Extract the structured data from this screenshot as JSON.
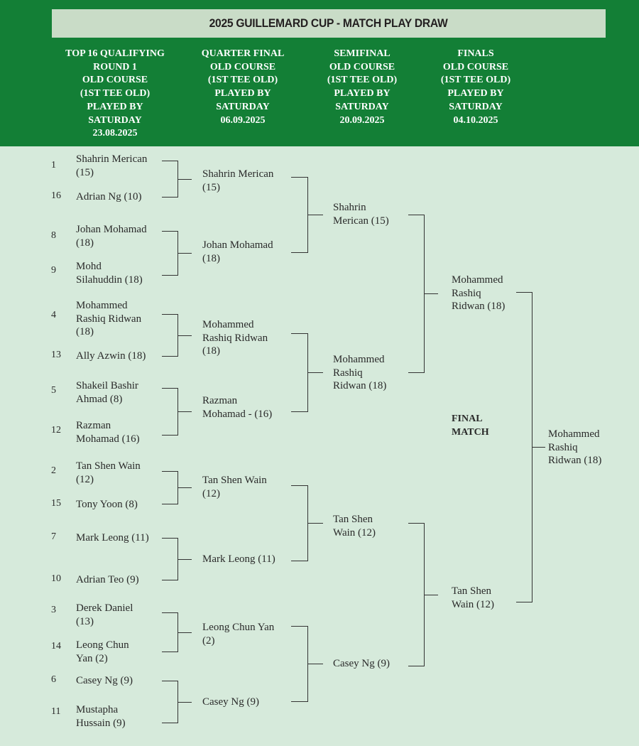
{
  "title": "2025 GUILLEMARD CUP - MATCH PLAY DRAW",
  "columns": [
    {
      "lines": [
        "TOP 16 QUALIFYING",
        "ROUND 1",
        "OLD COURSE",
        "(1ST TEE OLD)",
        "PLAYED BY",
        "SATURDAY",
        "23.08.2025"
      ]
    },
    {
      "lines": [
        "QUARTER FINAL",
        "OLD COURSE",
        "(1ST TEE OLD)",
        "PLAYED BY",
        "SATURDAY",
        "06.09.2025"
      ]
    },
    {
      "lines": [
        "SEMIFINAL",
        "OLD COURSE",
        "(1ST TEE OLD)",
        "PLAYED BY",
        "SATURDAY",
        "20.09.2025"
      ]
    },
    {
      "lines": [
        "FINALS",
        "OLD COURSE",
        "(1ST TEE OLD)",
        "PLAYED BY",
        "SATURDAY",
        "04.10.2025"
      ]
    }
  ],
  "round1": [
    {
      "seed": "1",
      "lines": [
        "Shahrin Merican",
        "(15)"
      ]
    },
    {
      "seed": "16",
      "lines": [
        "Adrian Ng (10)"
      ]
    },
    {
      "seed": "8",
      "lines": [
        "Johan Mohamad",
        "(18)"
      ]
    },
    {
      "seed": "9",
      "lines": [
        "Mohd",
        "Silahuddin (18)"
      ]
    },
    {
      "seed": "4",
      "lines": [
        "Mohammed",
        "Rashiq Ridwan",
        "(18)"
      ]
    },
    {
      "seed": "13",
      "lines": [
        " Ally Azwin (18)"
      ]
    },
    {
      "seed": "5",
      "lines": [
        "Shakeil Bashir",
        "Ahmad (8)"
      ]
    },
    {
      "seed": "12",
      "lines": [
        "Razman",
        "Mohamad (16)"
      ]
    },
    {
      "seed": "2",
      "lines": [
        "Tan Shen Wain",
        "(12)"
      ]
    },
    {
      "seed": "15",
      "lines": [
        "Tony Yoon (8)"
      ]
    },
    {
      "seed": "7",
      "lines": [
        "Mark Leong (11)"
      ]
    },
    {
      "seed": "10",
      "lines": [
        "Adrian Teo (9)"
      ]
    },
    {
      "seed": "3",
      "lines": [
        "Derek Daniel",
        "(13)"
      ]
    },
    {
      "seed": "14",
      "lines": [
        "Leong Chun",
        "Yan (2)"
      ]
    },
    {
      "seed": "6",
      "lines": [
        "Casey Ng (9)"
      ]
    },
    {
      "seed": "11",
      "lines": [
        "Mustapha",
        "Hussain (9)"
      ]
    }
  ],
  "quarterfinal": [
    {
      "lines": [
        "Shahrin Merican",
        "(15)"
      ]
    },
    {
      "lines": [
        "Johan Mohamad",
        "(18)"
      ]
    },
    {
      "lines": [
        "Mohammed",
        "Rashiq Ridwan",
        "(18)"
      ]
    },
    {
      "lines": [
        "Razman",
        "Mohamad - (16)"
      ]
    },
    {
      "lines": [
        "Tan Shen Wain",
        "(12)"
      ]
    },
    {
      "lines": [
        "Mark Leong (11)"
      ]
    },
    {
      "lines": [
        "Leong Chun Yan",
        "(2)"
      ]
    },
    {
      "lines": [
        "Casey Ng (9)"
      ]
    }
  ],
  "semifinal": [
    {
      "lines": [
        "Shahrin",
        "Merican (15)"
      ]
    },
    {
      "lines": [
        "Mohammed",
        "Rashiq",
        "Ridwan (18)"
      ]
    },
    {
      "lines": [
        "Tan Shen",
        "Wain (12)"
      ]
    },
    {
      "lines": [
        "Casey Ng (9)"
      ]
    }
  ],
  "final": [
    {
      "lines": [
        "Mohammed",
        "Rashiq",
        "Ridwan (18)"
      ]
    },
    {
      "lines": [
        "Tan Shen",
        "Wain (12)"
      ]
    }
  ],
  "final_match_label": [
    "FINAL",
    "MATCH"
  ],
  "winner": {
    "lines": [
      "Mohammed",
      "Rashiq",
      "Ridwan (18)"
    ]
  }
}
